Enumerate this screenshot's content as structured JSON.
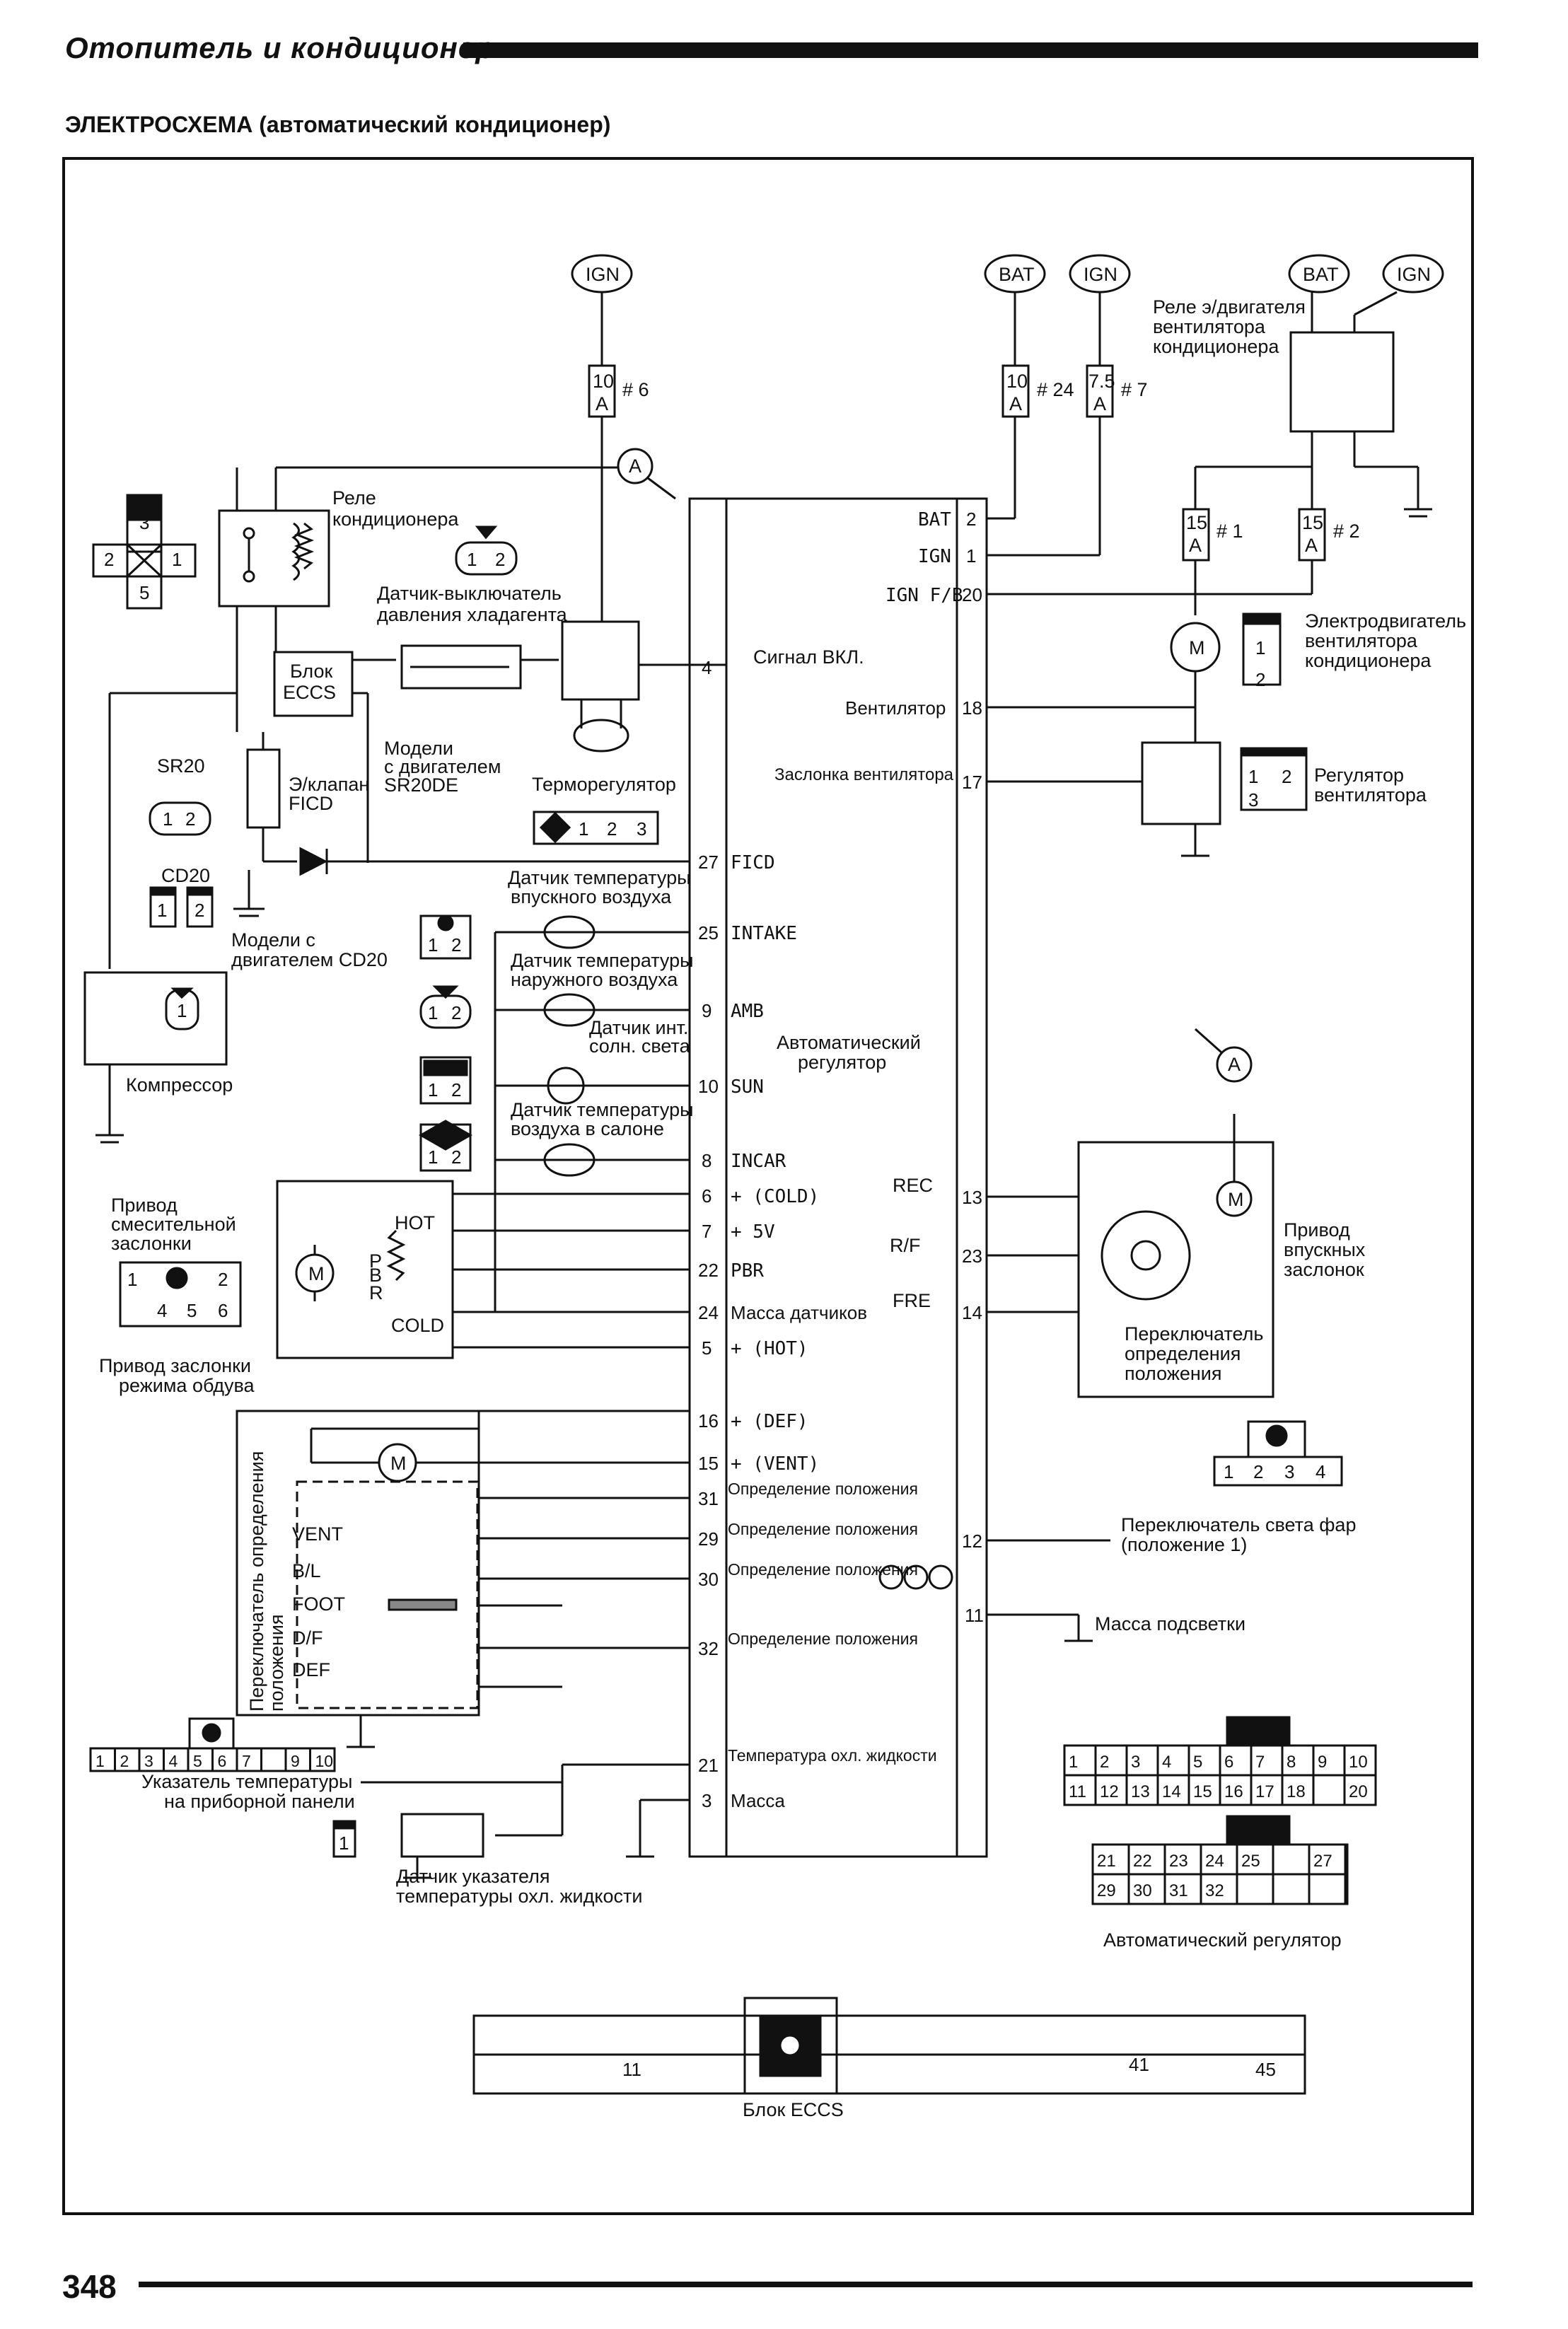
{
  "header": {
    "title": "Отопитель и кондиционер",
    "page_number": "348"
  },
  "subtitle": "ЭЛЕКТРОСХЕМА (автоматический кондиционер)",
  "power": {
    "ign": "IGN",
    "bat": "BAT",
    "a_point": "A",
    "fuse_10a": [
      "10",
      "A"
    ],
    "fuse_75a": [
      "7.5",
      "A"
    ],
    "fuse_15a": [
      "15",
      "A"
    ],
    "fuse_6": "# 6",
    "fuse_24": "# 24",
    "fuse_7": "# 7",
    "fuse_1": "# 1",
    "fuse_2": "# 2"
  },
  "labels": {
    "ac_relay": [
      "Реле",
      "кондиционера"
    ],
    "pressure_switch": [
      "Датчик-выключатель",
      "давления хладагента"
    ],
    "ecm": [
      "Блок",
      "ECCS"
    ],
    "models_sr20de": [
      "Модели",
      "с двигателем",
      "SR20DE"
    ],
    "thermostat": "Терморегулятор",
    "signal_on": "Сигнал ВКЛ.",
    "fan_motor_relay": [
      "Реле э/двигателя",
      "вентилятора",
      "кондиционера"
    ],
    "fan_motor": [
      "Электродвигатель",
      "вентилятора",
      "кондиционера"
    ],
    "fan_regulator": [
      "Регулятор",
      "вентилятора"
    ],
    "sr20": "SR20",
    "ficd_valve": [
      "Э/клапан",
      "FICD"
    ],
    "cd20": "CD20",
    "models_cd20": [
      "Модели с",
      "двигателем CD20"
    ],
    "intake_sensor": [
      "Датчик температуры",
      "впускного воздуха"
    ],
    "ambient_sensor": [
      "Датчик температуры",
      "наружного воздуха"
    ],
    "sun_sensor": [
      "Датчик инт.",
      "солн. света"
    ],
    "incar_sensor": [
      "Датчик температуры",
      "воздуха в салоне"
    ],
    "compressor": "Компрессор",
    "auto_regulator": [
      "Автоматический",
      "регулятор"
    ],
    "mix_door_actuator": [
      "Привод",
      "смесительной",
      "заслонки"
    ],
    "mode_door_actuator": [
      "Привод заслонки",
      "режима обдува"
    ],
    "mode_switch_vertical": [
      "Переключатель определения",
      "положения"
    ],
    "intake_door_actuator": [
      "Привод",
      "впускных",
      "заслонок"
    ],
    "position_switch": [
      "Переключатель",
      "определения",
      "положения"
    ],
    "headlamp_switch": [
      "Переключатель света фар",
      "(положение 1)"
    ],
    "illum_ground": "Масса подсветки",
    "temp_gauge": [
      "Указатель температуры",
      "на приборной панели"
    ],
    "coolant_sensor": [
      "Датчик указателя",
      "температуры охл. жидкости"
    ],
    "auto_regulator_connector": "Автоматический регулятор",
    "eccs_connector": "Блок ECCS",
    "hot": "HOT",
    "cold": "COLD",
    "p": "P",
    "b": "B",
    "r": "R",
    "m": "M",
    "vent": "VENT",
    "bl": "B/L",
    "foot": "FOOT",
    "df": "D/F",
    "def": "DEF",
    "rec": "REC",
    "rf": "R/F",
    "fre": "FRE"
  },
  "regulator_pins_left": [
    {
      "pin": "4",
      "name": ""
    },
    {
      "pin": "27",
      "name": "FICD"
    },
    {
      "pin": "25",
      "name": "INTAKE"
    },
    {
      "pin": "9",
      "name": "AMB"
    },
    {
      "pin": "10",
      "name": "SUN"
    },
    {
      "pin": "8",
      "name": "INCAR"
    },
    {
      "pin": "6",
      "name": "+ (COLD)"
    },
    {
      "pin": "7",
      "name": "+ 5V"
    },
    {
      "pin": "22",
      "name": "PBR"
    },
    {
      "pin": "24",
      "name": "Масса датчиков"
    },
    {
      "pin": "5",
      "name": "+ (HOT)"
    },
    {
      "pin": "16",
      "name": "+ (DEF)"
    },
    {
      "pin": "15",
      "name": "+ (VENT)"
    },
    {
      "pin": "31",
      "name": "Определение положения"
    },
    {
      "pin": "29",
      "name": "Определение положения"
    },
    {
      "pin": "30",
      "name": "Определение положения"
    },
    {
      "pin": "32",
      "name": "Определение положения"
    },
    {
      "pin": "21",
      "name": "Температура охл. жидкости"
    },
    {
      "pin": "3",
      "name": "Масса"
    }
  ],
  "regulator_pins_right": [
    {
      "pin": "2",
      "name": "BAT"
    },
    {
      "pin": "1",
      "name": "IGN"
    },
    {
      "pin": "20",
      "name": "IGN F/B"
    },
    {
      "pin": "18",
      "name": "Вентилятор"
    },
    {
      "pin": "17",
      "name": "Заслонка вентилятора"
    },
    {
      "pin": "13",
      "name": ""
    },
    {
      "pin": "23",
      "name": ""
    },
    {
      "pin": "14",
      "name": ""
    },
    {
      "pin": "12",
      "name": ""
    },
    {
      "pin": "11",
      "name": ""
    }
  ],
  "connectors": {
    "auto_reg_row1": [
      "1",
      "2",
      "3",
      "4",
      "5",
      "6",
      "7",
      "8",
      "9",
      "10"
    ],
    "auto_reg_row2": [
      "11",
      "12",
      "13",
      "14",
      "15",
      "16",
      "17",
      "18",
      "",
      "20"
    ],
    "auto_reg_row3": [
      "21",
      "22",
      "23",
      "24",
      "25",
      "",
      "27"
    ],
    "auto_reg_row4": [
      "29",
      "30",
      "31",
      "32",
      "",
      "",
      ""
    ],
    "gauge_row": [
      "1",
      "2",
      "3",
      "4",
      "5",
      "6",
      "7",
      "",
      "9",
      "10"
    ],
    "eccs_pins": [
      "11",
      "41",
      "45"
    ],
    "relay_conn": [
      "3",
      "2",
      "1",
      "5"
    ],
    "two_pin": [
      "1",
      "2"
    ],
    "three_pin": [
      "1",
      "2",
      "3"
    ],
    "four_pin": [
      "1",
      "2",
      "3",
      "4"
    ],
    "mix_conn": [
      "1",
      "2",
      "4",
      "5",
      "6"
    ],
    "single": [
      "1"
    ]
  }
}
